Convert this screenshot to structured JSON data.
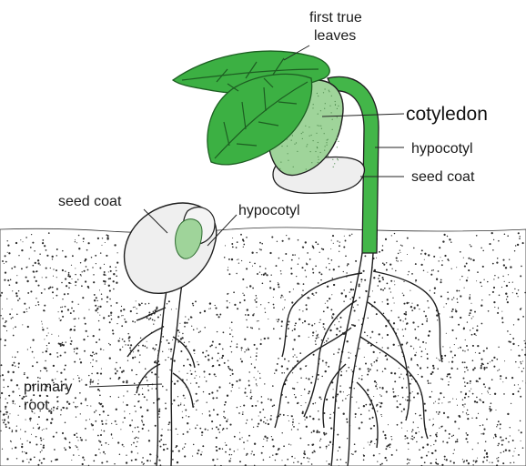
{
  "labels": {
    "first_true_leaves_line1": "first true",
    "first_true_leaves_line2": "leaves",
    "cotyledon": "cotyledon",
    "hypocotyl_right": "hypocotyl",
    "seed_coat_right": "seed coat",
    "seed_coat_left": "seed coat",
    "hypocotyl_left": "hypocotyl",
    "primary_root_line1": "primary",
    "primary_root_line2": "root"
  },
  "colors": {
    "leaf_green": "#3cb043",
    "leaf_vein": "#1d5e22",
    "cotyledon_green": "#9fd49a",
    "stem_green": "#43b649",
    "seed_coat_fill": "#ececec",
    "soil_dots": "#2b2b2b"
  }
}
